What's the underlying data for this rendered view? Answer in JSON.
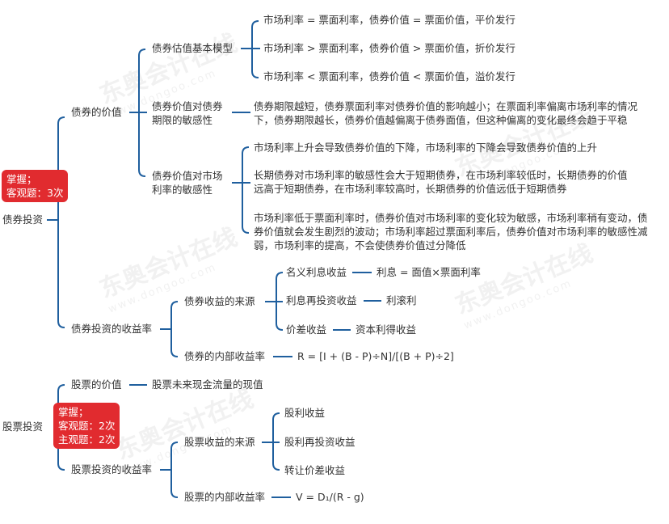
{
  "watermark": {
    "brand": "东奥会计在线",
    "url": "www.dongoo.com"
  },
  "bond": {
    "root": "债券投资",
    "badge": {
      "line1": "掌握；",
      "line2": "客观题：3次"
    },
    "value": {
      "label": "债券的价值",
      "model": {
        "label": "债券估值基本模型",
        "items": [
          "市场利率 = 票面利率，债券价值 = 票面价值，平价发行",
          "市场利率 > 票面利率，债券价值 > 票面价值，折价发行",
          "市场利率 < 票面利率，债券价值 < 票面价值，溢价发行"
        ]
      },
      "term_sensitivity": {
        "label_line1": "债券价值对债券",
        "label_line2": "期限的敏感性",
        "text_line1": "债券期限越短，债券票面利率对债券价值的影响越小；在票面利率偏离市场利率的情况",
        "text_line2": "下，债券期限越长，债券价值越偏离于债券面值，但这种偏离的变化最终会趋于平稳"
      },
      "rate_sensitivity": {
        "label_line1": "债券价值对市场",
        "label_line2": "利率的敏感性",
        "item1": "市场利率上升会导致债券价值的下降，市场利率的下降会导致债券价值的上升",
        "item2_line1": "长期债券对市场利率的敏感性会大于短期债券，在市场利率较低时，长期债券的价值",
        "item2_line2": "远高于短期债券，在市场利率较高时，长期债券的价值远低于短期债券",
        "item3_line1": "市场利率低于票面利率时，债券价值对市场利率的变化较为敏感，市场利率稍有变动，债",
        "item3_line2": "券价值就会发生剧烈的波动；市场利率超过票面利率后，债券价值对市场利率的敏感性减",
        "item3_line3": "弱，市场利率的提高，不会使债券价值过分降低"
      }
    },
    "yield": {
      "label": "债券投资的收益率",
      "sources": {
        "label": "债券收益的来源",
        "items": [
          {
            "label": "名义利息收益",
            "detail": "利息 = 面值×票面利率"
          },
          {
            "label": "利息再投资收益",
            "detail": "利滚利"
          },
          {
            "label": "价差收益",
            "detail": "资本利得收益"
          }
        ]
      },
      "irr": {
        "label": "债券的内部收益率",
        "formula": "R = [I + (B - P)÷N]/[(B + P)÷2]"
      }
    }
  },
  "stock": {
    "root": "股票投资",
    "badge": {
      "line1": "掌握；",
      "line2": "客观题：2次",
      "line3": "主观题：2次"
    },
    "value": {
      "label": "股票的价值",
      "detail": "股票未来现金流量的现值"
    },
    "yield": {
      "label": "股票投资的收益率",
      "sources": {
        "label": "股票收益的来源",
        "items": [
          "股利收益",
          "股利再投资收益",
          "转让价差收益"
        ]
      },
      "irr": {
        "label": "股票的内部收益率",
        "formula": "V = D₁/(R - g)"
      }
    }
  }
}
